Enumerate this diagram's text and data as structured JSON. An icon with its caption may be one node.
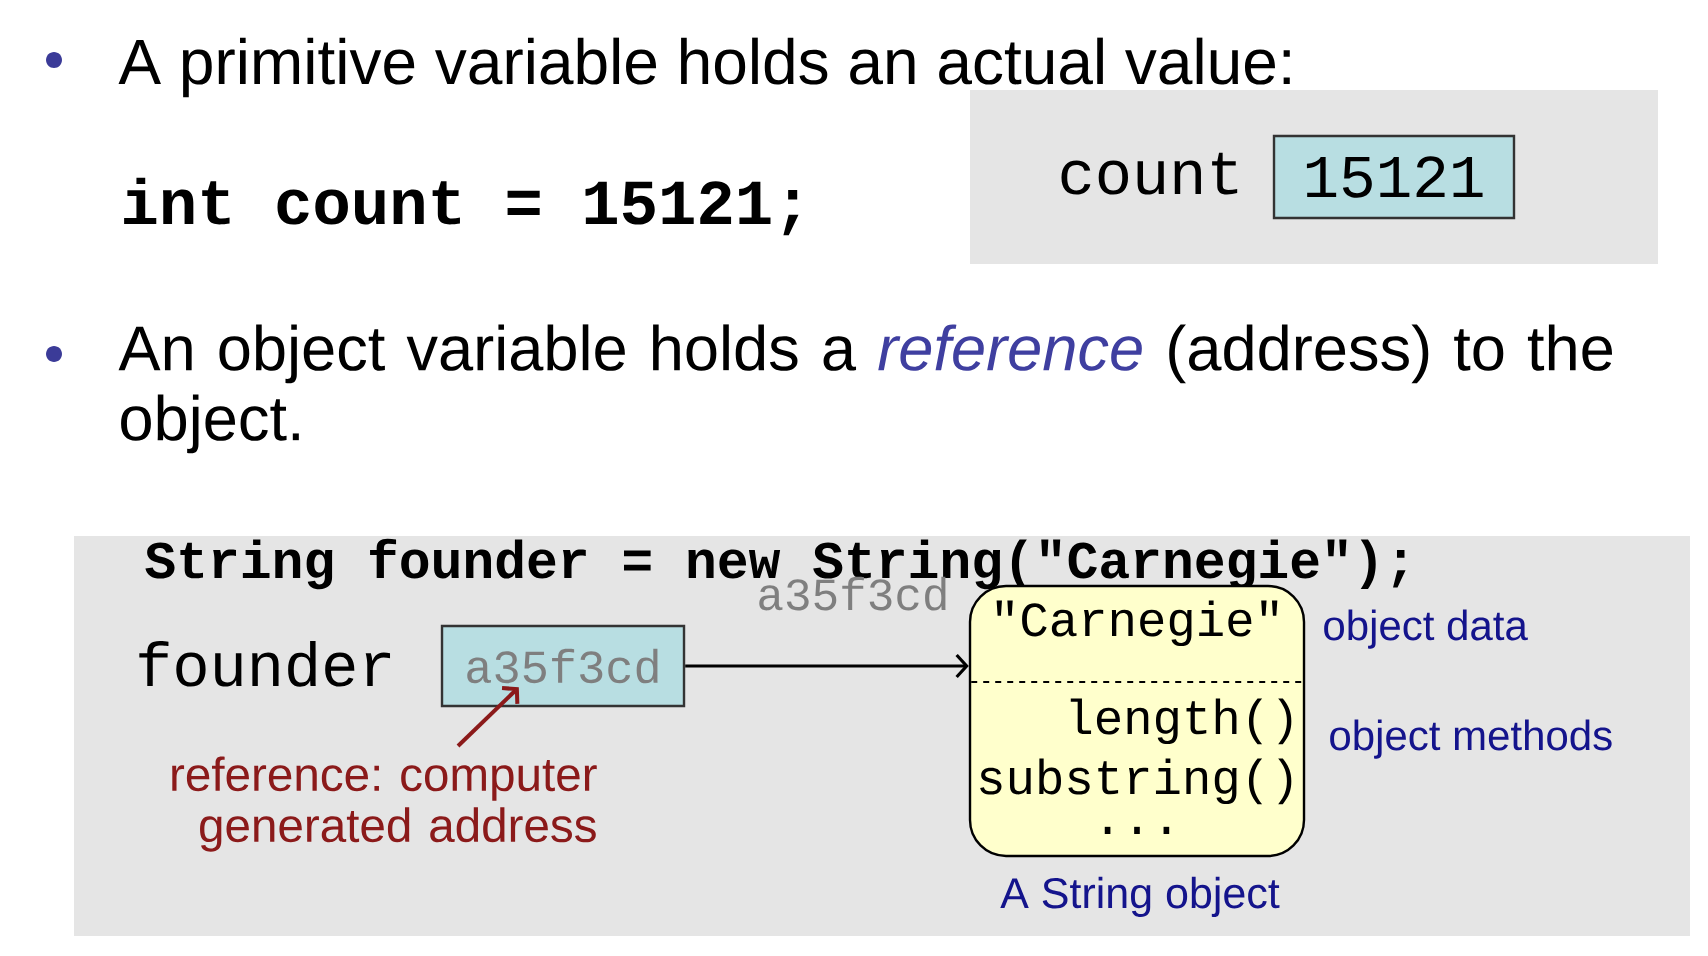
{
  "diagram": {
    "nodes": [
      {
        "text": [],
        "shape": "box"
      },
      {
        "text": [
          "15121"
        ],
        "beside": [
          "count"
        ],
        "in": 0
      },
      {
        "text": [
          "String founder = new String(\"Carnegie\");"
        ]
      },
      {
        "text": [
          "a35f3cd"
        ],
        "beside": [
          "founder"
        ],
        "in": 2
      },
      {
        "text": [
          "\"Carnegie\"",
          "length()",
          "substring()",
          "..."
        ],
        "beside": [
          "a35f3cd",
          "object data",
          "object methods",
          "A String object"
        ],
        "in": 2
      },
      {
        "text": [
          "reference: computer generated address"
        ],
        "in": 2
      }
    ],
    "edges": [
      {
        "from": 3,
        "to": 4,
        "arrow": "to"
      },
      {
        "from": 5,
        "to": 3,
        "arrow": "to",
        "color": "#8b1a1a"
      }
    ],
    "labels": [
      "A primitive variable holds an actual value:",
      "int count = 15121;",
      "An object variable holds a *reference* (address) to the object."
    ]
  }
}
